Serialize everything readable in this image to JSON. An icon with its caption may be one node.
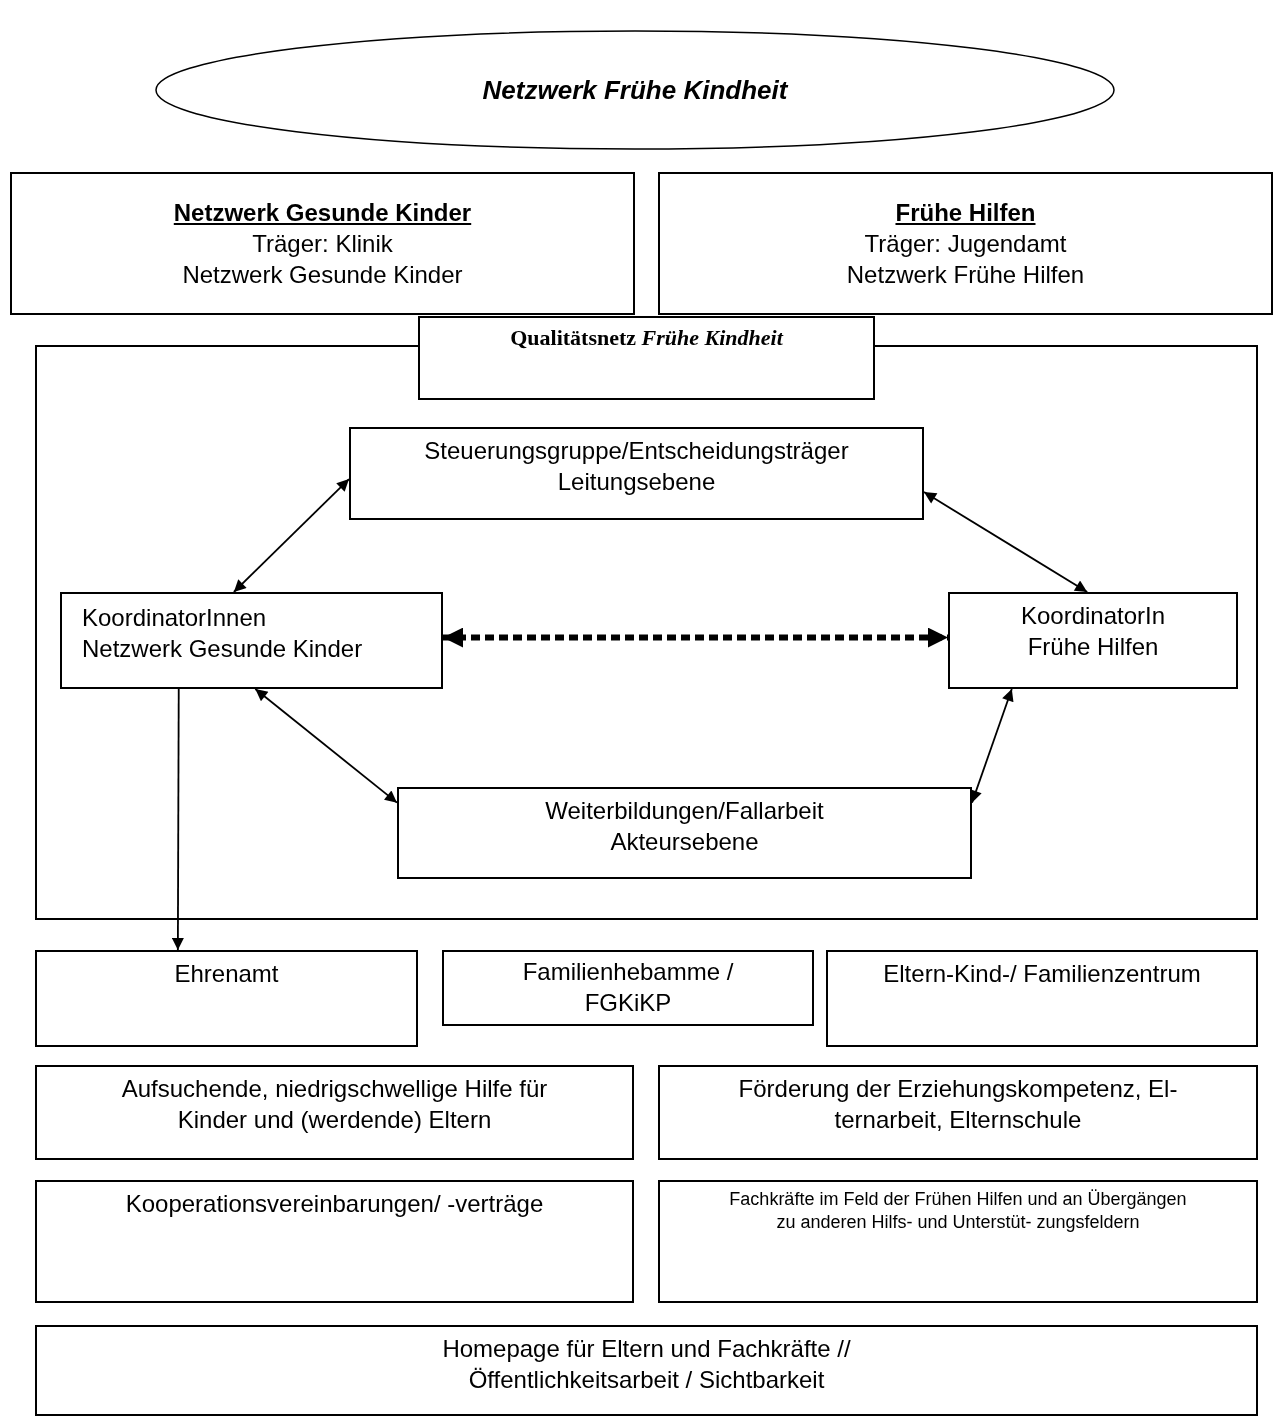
{
  "diagram": {
    "nodes": [
      {
        "text": [
          "Netzwerk Frühe Kindheit"
        ]
      },
      {
        "text": [
          "Netzwerk Gesunde Kinder",
          "Träger: Klinik",
          "Netzwerk Gesunde Kinder"
        ]
      },
      {
        "text": [
          "Frühe Hilfen",
          "Träger: Jugendamt",
          "Netzwerk Frühe Hilfen"
        ]
      },
      {
        "text": [
          "Qualitätsnetz *Frühe Kindheit*"
        ]
      },
      {
        "text": [],
        "shape": "box"
      },
      {
        "text": [
          "Steuerungsgruppe/Entscheidungsträger",
          "Leitungsebene"
        ],
        "in": 4
      },
      {
        "text": [
          "KoordinatorInnen",
          "Netzwerk Gesunde Kinder"
        ],
        "in": 4
      },
      {
        "text": [
          "KoordinatorIn",
          "Frühe Hilfen"
        ],
        "in": 4
      },
      {
        "text": [
          "Weiterbildungen/Fallarbeit",
          "Akteursebene"
        ],
        "in": 4
      },
      {
        "text": [
          "Ehrenamt"
        ]
      },
      {
        "text": [
          "Familienhebamme / FGKiKP"
        ]
      },
      {
        "text": [
          "Eltern-Kind-/ Familienzentrum"
        ]
      },
      {
        "text": [
          "Aufsuchende, niedrigschwellige Hilfe für Kinder und (werdende) Eltern"
        ]
      },
      {
        "text": [
          "Förderung der Erziehungskompetenz, El- ternarbeit, Elternschule"
        ]
      },
      {
        "text": [
          "Kooperationsvereinbarungen/ -verträge"
        ]
      },
      {
        "text": [
          "Fachkräfte im Feld der Frühen Hilfen und an Übergängen zu anderen Hilfs- und Unterstüt- zungsfeldern"
        ]
      },
      {
        "text": [
          "Homepage für Eltern und Fachkräfte // Öffentlichkeitsarbeit / Sichtbarkeit"
        ]
      }
    ],
    "edges": [
      {
        "from": 6,
        "to": 5,
        "arrow": "both"
      },
      {
        "from": 5,
        "to": 7,
        "arrow": "both"
      },
      {
        "from": 6,
        "to": 7,
        "arrow": "both",
        "style": "dashed"
      },
      {
        "from": 6,
        "to": 8,
        "arrow": "both"
      },
      {
        "from": 7,
        "to": 8,
        "arrow": "both"
      },
      {
        "from": 6,
        "to": 9,
        "arrow": "to"
      }
    ]
  }
}
